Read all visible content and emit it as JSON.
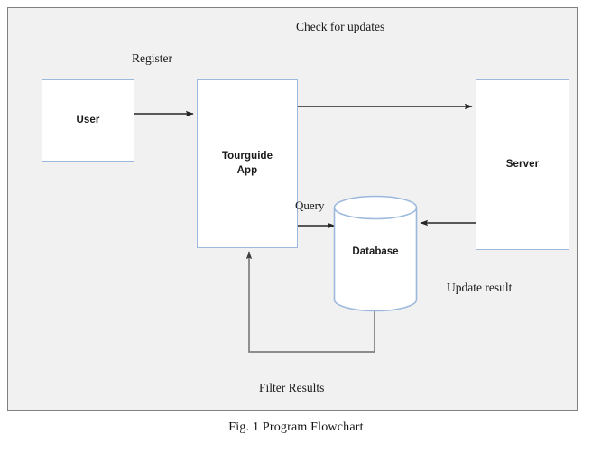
{
  "figure": {
    "caption": "Fig. 1  Program Flowchart",
    "frame_border_color": "#808080",
    "frame_background_color": "#f1f1f1",
    "node_border_color": "#9cb9dd",
    "node_fill_color": "#ffffff",
    "arrow_color": "#262626",
    "loop_line_color": "#7f7f7f"
  },
  "nodes": [
    {
      "id": "user",
      "label": "User"
    },
    {
      "id": "app",
      "label": "Tourguide\nApp"
    },
    {
      "id": "database",
      "label": "Database"
    },
    {
      "id": "server",
      "label": "Server"
    }
  ],
  "edges": [
    {
      "id": "register",
      "label": "Register",
      "from": "user",
      "to": "app"
    },
    {
      "id": "check-updates",
      "label": "Check for updates",
      "from": "app",
      "to": "server"
    },
    {
      "id": "query",
      "label": "Query",
      "from": "app",
      "to": "database"
    },
    {
      "id": "update-result",
      "label": "Update result",
      "from": "server",
      "to": "database"
    },
    {
      "id": "filter-results",
      "label": "Filter Results",
      "from": "database",
      "to": "app"
    }
  ]
}
